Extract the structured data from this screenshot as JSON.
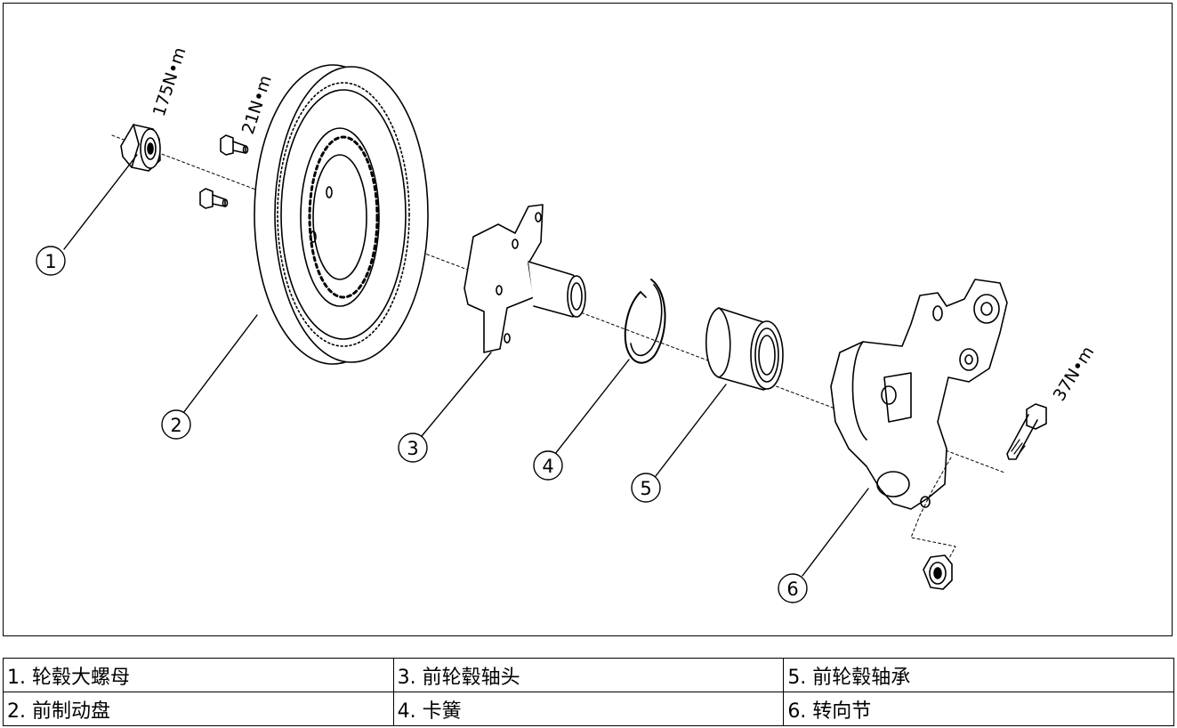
{
  "callouts": [
    "1",
    "2",
    "3",
    "4",
    "5",
    "6"
  ],
  "torques": {
    "nut": "175N•m",
    "screw": "21N•m",
    "bolt": "37N•m"
  },
  "legend": {
    "rows": [
      [
        "1. 轮毂大螺母",
        "3. 前轮毂轴头",
        "5. 前轮毂轴承"
      ],
      [
        "2. 前制动盘",
        "4. 卡簧",
        "6. 转向节"
      ]
    ]
  }
}
